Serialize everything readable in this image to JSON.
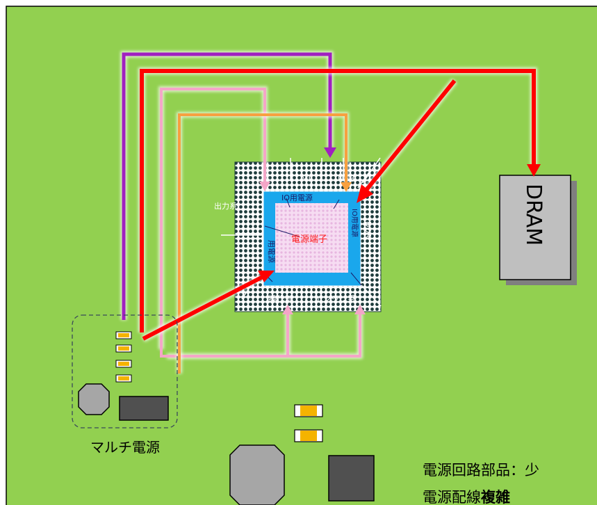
{
  "colors": {
    "board": "#92d050",
    "package_blue": "#1aa7ec",
    "die_pink": "#f3d3ee",
    "red_line": "#ff0000",
    "purple_line": "#a020c0",
    "pink_line": "#f4a6c8",
    "orange_line": "#f7a040",
    "dram_gray": "#bfbfbf",
    "component_dark": "#505050",
    "component_gray": "#a6a6a6",
    "capacitor_orange": "#f5b300"
  },
  "chip": {
    "center_label": "電源端子",
    "labels": {
      "mii": "MII",
      "usb": "USB",
      "io_power_top": "IO用電源",
      "io_power_right": "IO用電源",
      "ddr": "DDR",
      "output": "出力系",
      "left_power": "用電源",
      "operation": "操作部",
      "engine": "エンジン系"
    }
  },
  "dram": {
    "label": "DRAM"
  },
  "multi_power": {
    "label": "マルチ電源"
  },
  "caption": {
    "line1": "電源回路部品：少",
    "line2_prefix": "電源配線",
    "line2_bold": "複雑"
  }
}
